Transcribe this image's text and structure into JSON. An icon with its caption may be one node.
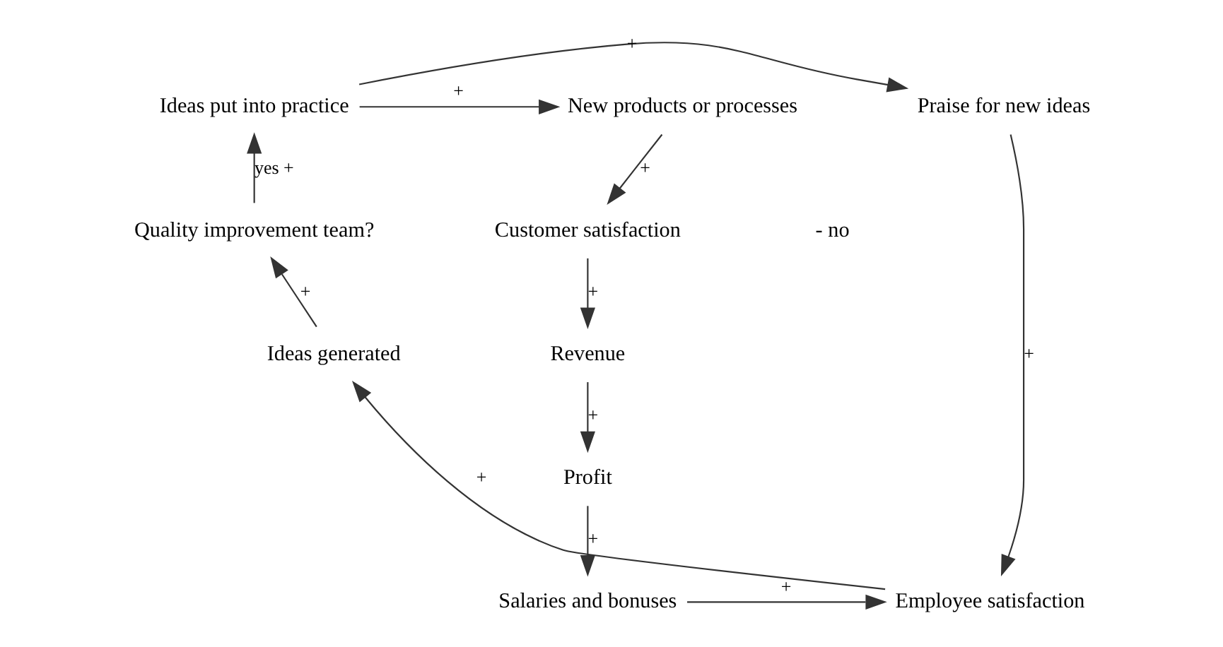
{
  "diagram": {
    "nodes": [
      {
        "text": [
          "New products or processes"
        ]
      },
      {
        "text": [
          "Ideas put into practice"
        ]
      },
      {
        "text": [
          "Praise for new ideas"
        ]
      },
      {
        "text": [
          "Customer satisfaction"
        ]
      },
      {
        "text": [
          "Quality improvement team?"
        ]
      },
      {
        "text": [
          "Revenue"
        ]
      },
      {
        "text": [
          "Ideas generated"
        ]
      },
      {
        "text": [
          "Profit"
        ]
      },
      {
        "text": [
          "Salaries and bonuses"
        ]
      },
      {
        "text": [
          "Employee satisfaction"
        ]
      }
    ],
    "edges": [
      {
        "from": 1,
        "to": 0,
        "arrow": "to",
        "label": "+"
      },
      {
        "from": 1,
        "to": 2,
        "arrow": "to",
        "label": "+"
      },
      {
        "from": 0,
        "to": 3,
        "arrow": "to",
        "label": "+"
      },
      {
        "from": 4,
        "to": 1,
        "arrow": "to",
        "label": "yes +"
      },
      {
        "from": 3,
        "to": 5,
        "arrow": "to",
        "label": "+"
      },
      {
        "from": 6,
        "to": 4,
        "arrow": "to",
        "label": "+"
      },
      {
        "from": 5,
        "to": 7,
        "arrow": "to",
        "label": "+"
      },
      {
        "from": 9,
        "to": 6,
        "arrow": "to",
        "label": "+"
      },
      {
        "from": 7,
        "to": 8,
        "arrow": "to",
        "label": "+"
      },
      {
        "from": 8,
        "to": 9,
        "arrow": "to",
        "label": "+"
      },
      {
        "from": 2,
        "to": 9,
        "arrow": "to",
        "label": "+"
      }
    ],
    "labels": [
      "- no"
    ]
  }
}
